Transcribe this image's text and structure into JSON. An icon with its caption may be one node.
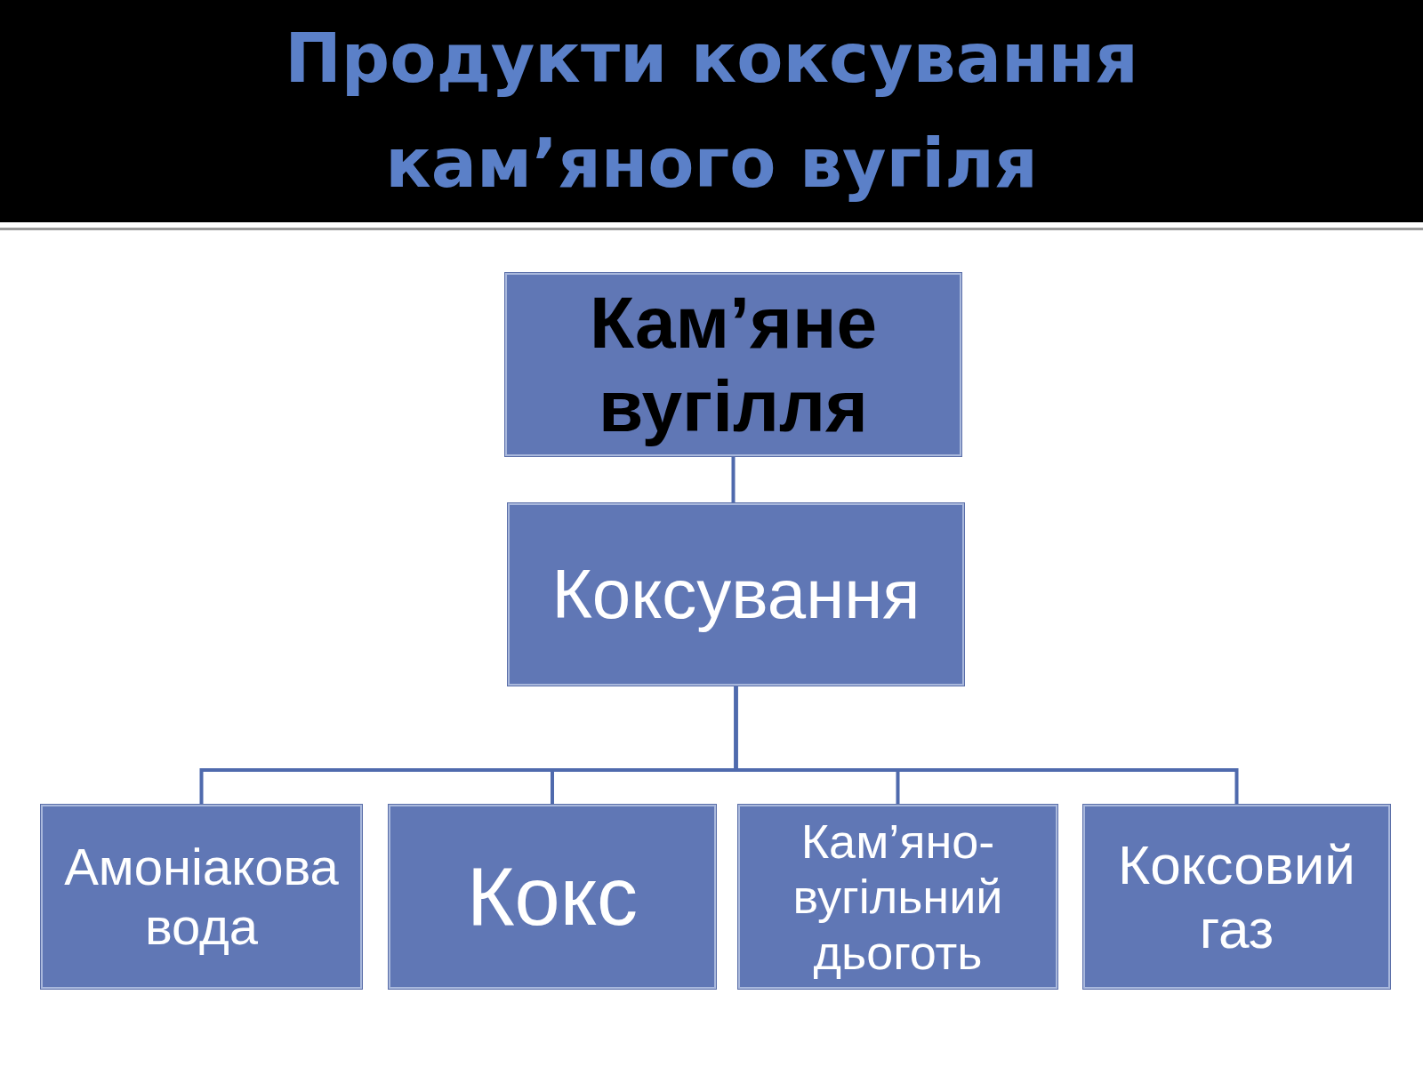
{
  "diagram": {
    "title": "Продукти коксування кам’яного вугіля",
    "nodes": [
      {
        "text": [
          "Кам’яне вугілля"
        ]
      },
      {
        "text": [
          "Коксування"
        ]
      },
      {
        "text": [
          "Амоніакова вода"
        ]
      },
      {
        "text": [
          "Кокс"
        ]
      },
      {
        "text": [
          "Кам’яно-вугільний дьоготь"
        ]
      },
      {
        "text": [
          "Коксовий газ"
        ]
      }
    ],
    "edges": [
      {
        "from": 0,
        "to": 1,
        "arrow": "none"
      },
      {
        "from": 1,
        "to": 2,
        "arrow": "none"
      },
      {
        "from": 1,
        "to": 3,
        "arrow": "none"
      },
      {
        "from": 1,
        "to": 4,
        "arrow": "none"
      },
      {
        "from": 1,
        "to": 5,
        "arrow": "none"
      }
    ]
  }
}
